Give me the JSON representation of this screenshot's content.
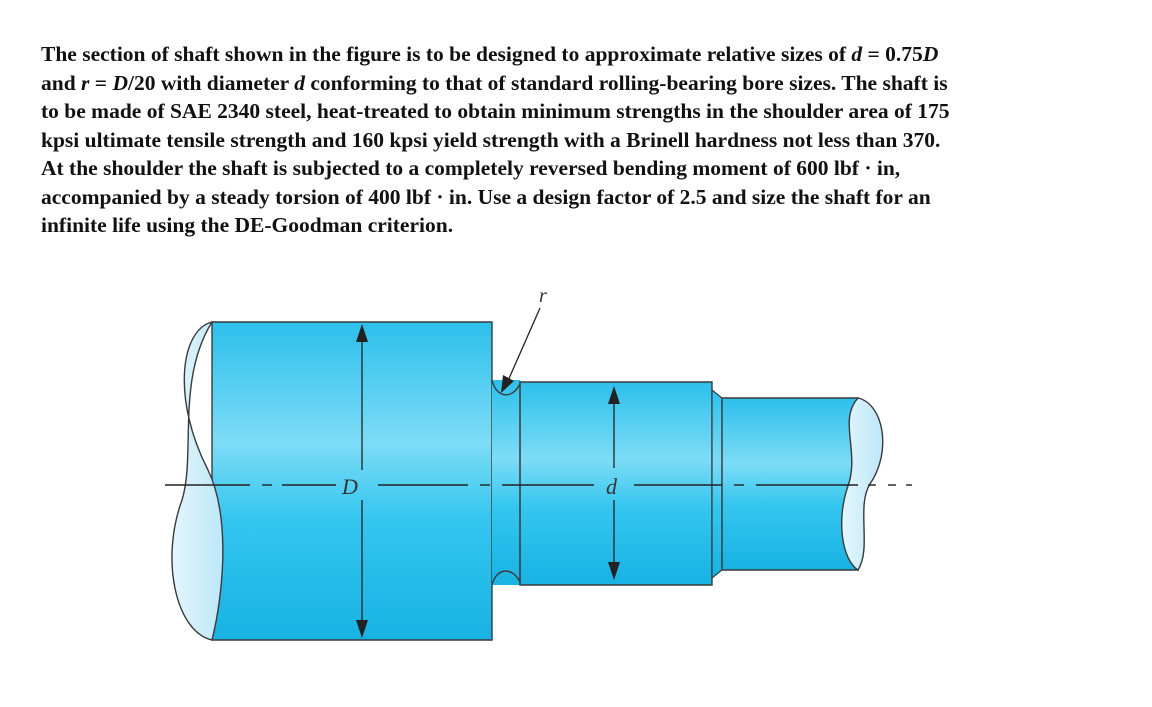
{
  "problem": {
    "line1": {
      "a": "The section of shaft shown in the figure is to be designed to approximate relative sizes of ",
      "d": "d",
      "eq": " = 0.75",
      "D": "D"
    },
    "line2": {
      "a": "and ",
      "r": "r",
      "eq": " = ",
      "D": "D",
      "b": "/20 with diameter ",
      "d": "d",
      "c": " conforming to that of standard rolling-bearing bore sizes. The shaft is"
    },
    "line3": "to be made of SAE 2340 steel, heat-treated to obtain minimum strengths in the shoulder area of 175",
    "line4": "kpsi ultimate tensile strength and 160 kpsi yield strength with a Brinell hardness not less than 370.",
    "line5": "At the shoulder the shaft is subjected to a completely reversed bending moment of 600 lbf · in,",
    "line6": "accompanied by a steady torsion of 400 lbf · in. Use a design factor of 2.5 and size the shaft for an",
    "line7": "infinite life using the DE-Goodman criterion."
  },
  "figure": {
    "label_r": "r",
    "label_D": "D",
    "label_d": "d",
    "colors": {
      "fill_light": "#c9ecfa",
      "fill_mid": "#5fd3f3",
      "fill_dark": "#1cb6e6",
      "outline": "#3a3a3a"
    }
  }
}
